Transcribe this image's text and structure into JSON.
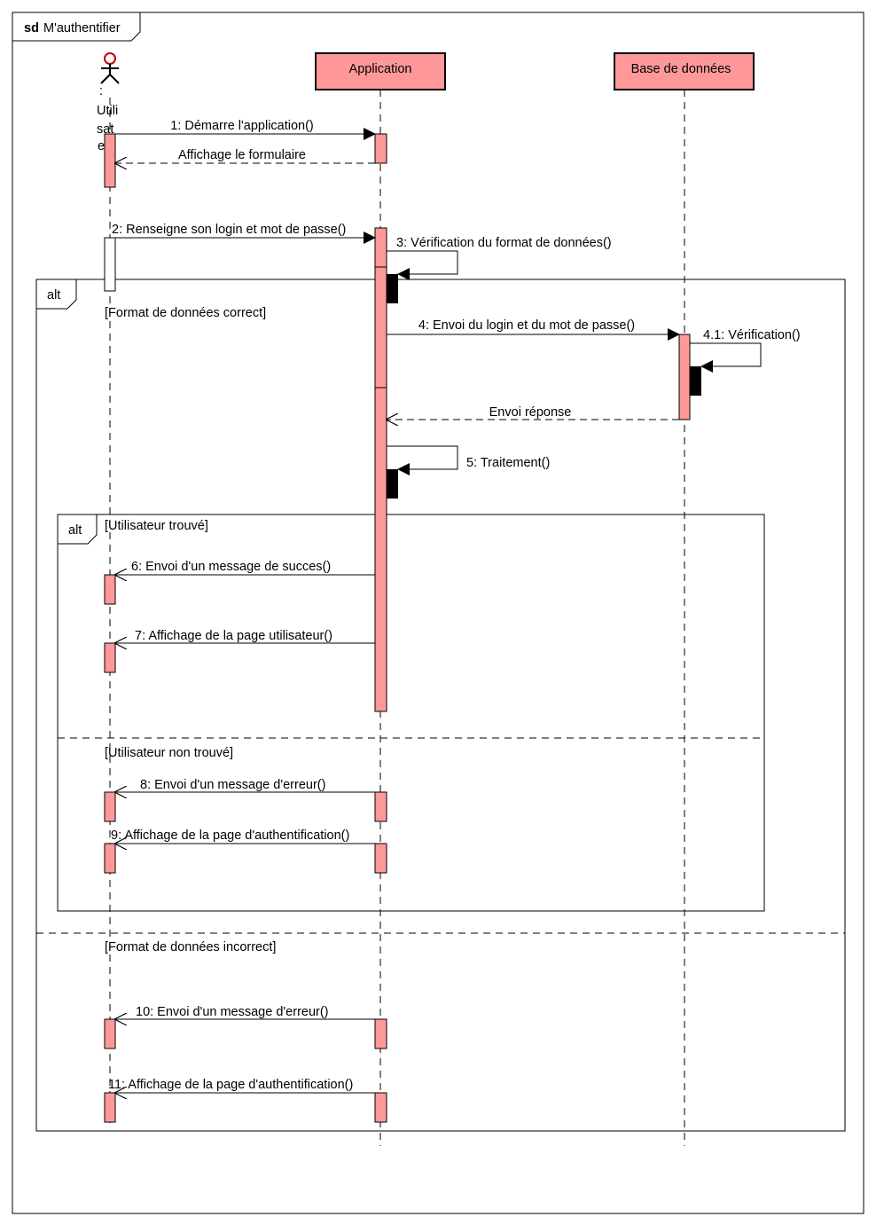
{
  "frame": {
    "keyword": "sd",
    "title": "M'authentifier"
  },
  "lifelines": {
    "actor": {
      "label_lines": [
        ":",
        "Utili",
        "sat",
        "e"
      ]
    },
    "application": {
      "label": "Application"
    },
    "database": {
      "label": "Base de données"
    }
  },
  "colors": {
    "activation": "#ff9999",
    "header_fill": "#ff9999",
    "line": "#000000"
  },
  "messages": {
    "m1": "1: Démarre l'application()",
    "r1": "Affichage le formulaire",
    "m2": "2: Renseigne son login et mot de passe()",
    "m3": "3: Vérification du format de données()",
    "m4": "4: Envoi du login et du mot de passe()",
    "m41": "4.1: Vérification()",
    "r4": "Envoi réponse",
    "m5": "5: Traitement()",
    "m6": "6: Envoi d'un message de succes()",
    "m7": "7: Affichage de la page utilisateur()",
    "m8": "8: Envoi d'un message d'erreur()",
    "m9": "9: Affichage de la page d'authentification()",
    "m10": "10: Envoi d'un message d'erreur()",
    "m11": "11: Affichage de la page d'authentification()"
  },
  "fragments": {
    "outer": {
      "operator": "alt",
      "guard1": "[Format de données correct]",
      "guard2": "[Format de données incorrect]"
    },
    "inner": {
      "operator": "alt",
      "guard1": "[Utilisateur trouvé]",
      "guard2": "[Utilisateur non trouvé]"
    }
  }
}
